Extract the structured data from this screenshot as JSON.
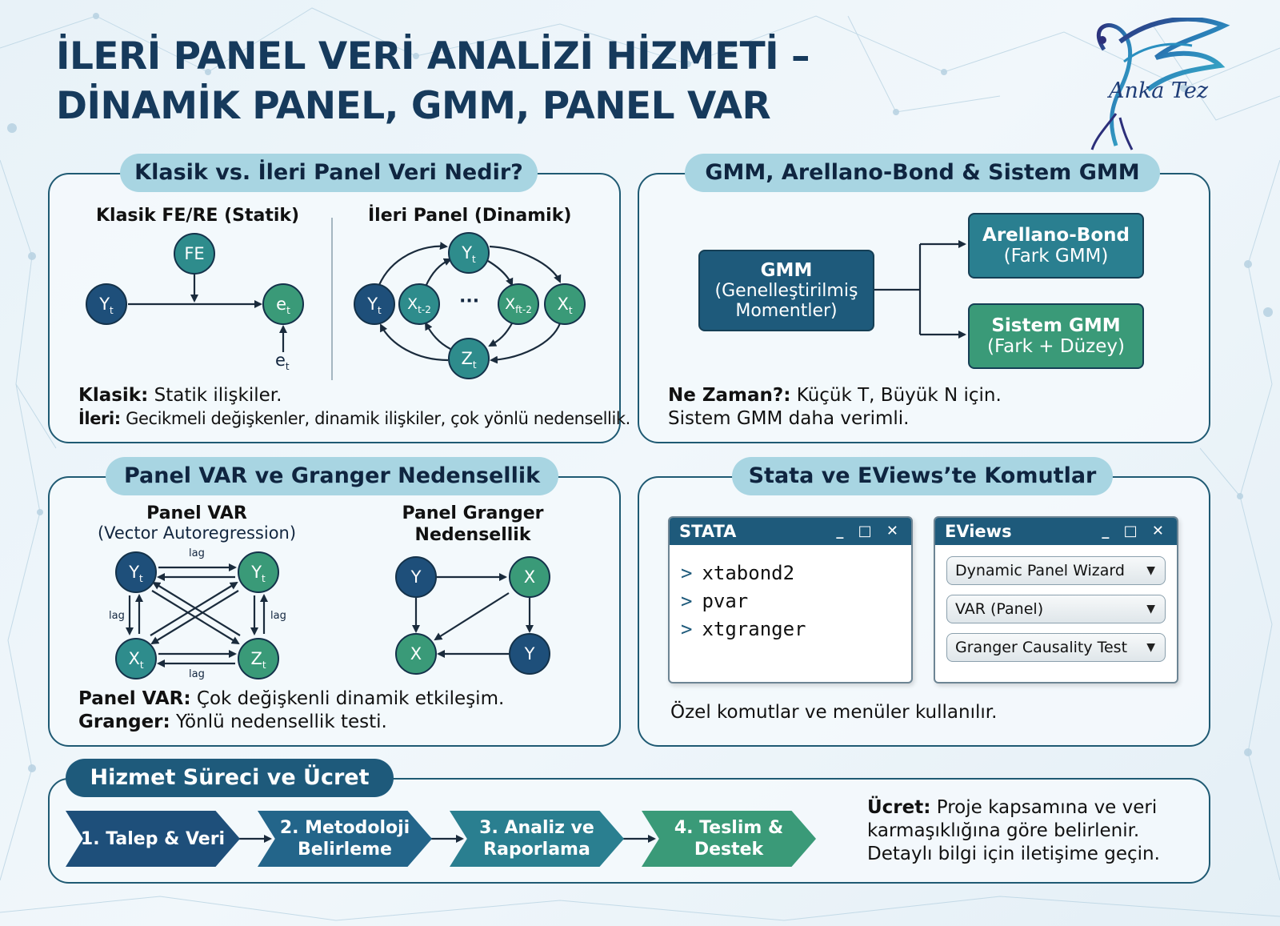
{
  "title": {
    "line1": "İLERİ PANEL VERİ ANALİZİ HİZMETİ –",
    "line2": "DİNAMİK PANEL, GMM, PANEL VAR"
  },
  "logo": {
    "text": "Anka Tez",
    "icon": "phoenix-icon"
  },
  "colors": {
    "navy": "#1e5a7b",
    "teal": "#2e8c8c",
    "green": "#3a9a78",
    "pill": "#a8d5e2"
  },
  "panel1": {
    "header": "Klasik vs. İleri Panel Veri Nedir?",
    "left_title": "Klasik FE/RE (Statik)",
    "right_title": "İleri Panel (Dinamik)",
    "nodes": {
      "fe": "FE",
      "y": "Y",
      "e": "e",
      "t": "t",
      "t2": "t-2",
      "ft2": "ft-2",
      "x": "X",
      "z": "Z",
      "dots": "···"
    },
    "desc1_bold": "Klasik:",
    "desc1": " Statik ilişkiler.",
    "desc2_bold": "İleri:",
    "desc2": " Gecikmeli değişkenler, dinamik ilişkiler, çok yönlü nedensellik."
  },
  "panel2": {
    "header": "GMM, Arellano-Bond & Sistem GMM",
    "gmm": {
      "title": "GMM",
      "line1": "(Genelleştirilmiş",
      "line2": "Momentler)"
    },
    "ab": {
      "title": "Arellano-Bond",
      "sub": "(Fark GMM)"
    },
    "sgmm": {
      "title": "Sistem GMM",
      "sub": "(Fark + Düzey)"
    },
    "desc1_bold": "Ne Zaman?:",
    "desc1": " Küçük T, Büyük N için.",
    "desc2": "Sistem GMM daha verimli."
  },
  "panel3": {
    "header": "Panel VAR ve Granger Nedensellik",
    "var_title": "Panel VAR",
    "var_sub": "(Vector Autoregression)",
    "granger_title1": "Panel Granger",
    "granger_title2": "Nedensellik",
    "lag": "lag",
    "nodes": {
      "y": "Y",
      "x": "X",
      "z": "Z",
      "t": "t"
    },
    "desc1_bold": "Panel VAR:",
    "desc1": " Çok değişkenli dinamik etkileşim.",
    "desc2_bold": "Granger:",
    "desc2": " Yönlü nedensellik testi."
  },
  "panel4": {
    "header": "Stata ve EViews’te Komutlar",
    "stata": {
      "title": "STATA",
      "commands": [
        "xtabond2",
        "pvar",
        "xtgranger"
      ]
    },
    "eviews": {
      "title": "EViews",
      "menus": [
        "Dynamic Panel Wizard",
        "VAR (Panel)",
        "Granger Causality Test"
      ]
    },
    "window_controls": "_ □ ✕",
    "desc": "Özel komutlar ve menüler kullanılır."
  },
  "panel5": {
    "header": "Hizmet Süreci ve Ücret",
    "steps": [
      {
        "l1": "1. Talep & Veri",
        "l2": ""
      },
      {
        "l1": "2. Metodoloji",
        "l2": "Belirleme"
      },
      {
        "l1": "3. Analiz ve",
        "l2": "Raporlama"
      },
      {
        "l1": "4. Teslim &",
        "l2": "Destek"
      }
    ],
    "fee_bold": "Ücret:",
    "fee1": " Proje kapsamına ve veri",
    "fee2": "karmaşıklığına göre belirlenir.",
    "fee3": "Detaylı bilgi için iletişime geçin."
  }
}
